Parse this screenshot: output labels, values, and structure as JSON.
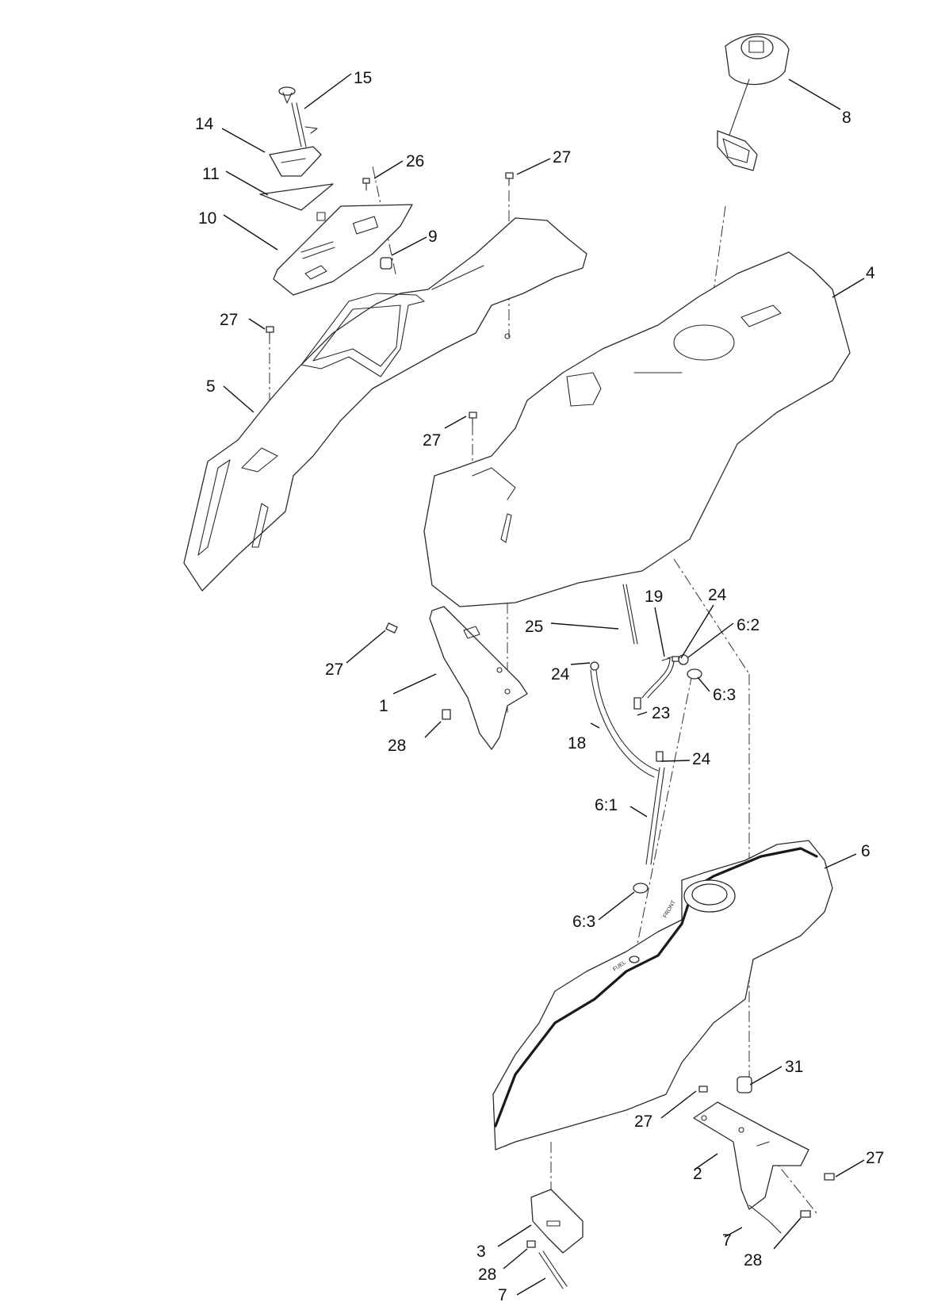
{
  "callouts": {
    "c1": "1",
    "c2": "2",
    "c3": "3",
    "c4": "4",
    "c5": "5",
    "c6": "6",
    "c6_1": "6:1",
    "c6_2": "6:2",
    "c6_3a": "6:3",
    "c6_3b": "6:3",
    "c7a": "7",
    "c7b": "7",
    "c8": "8",
    "c9": "9",
    "c10": "10",
    "c11": "11",
    "c14": "14",
    "c15": "15",
    "c18": "18",
    "c19": "19",
    "c23": "23",
    "c24a": "24",
    "c24b": "24",
    "c24c": "24",
    "c25": "25",
    "c26": "26",
    "c27a": "27",
    "c27b": "27",
    "c27c": "27",
    "c27d": "27",
    "c27e": "27",
    "c27f": "27",
    "c28a": "28",
    "c28b": "28",
    "c28c": "28",
    "c31": "31"
  },
  "part_markings": {
    "tank_front": "FRONT",
    "tank_fuel": "FUEL"
  }
}
